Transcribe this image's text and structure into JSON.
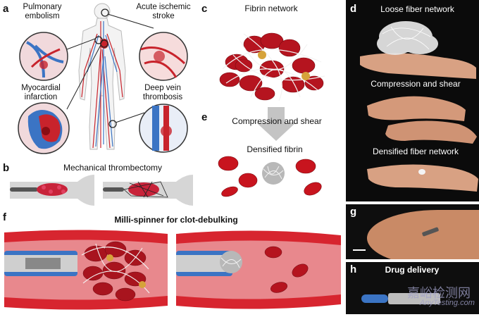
{
  "panels": {
    "a": {
      "label": "a",
      "pulmonary": "Pulmonary embolism",
      "stroke": "Acute ischemic stroke",
      "myocardial": "Myocardial infarction",
      "dvt": "Deep vein thrombosis"
    },
    "b": {
      "label": "b",
      "title": "Mechanical thrombectomy"
    },
    "c": {
      "label": "c",
      "title": "Fibrin network"
    },
    "d": {
      "label": "d",
      "loose": "Loose fiber network",
      "compression": "Compression and shear",
      "densified": "Densified fiber network"
    },
    "e": {
      "label": "e",
      "arrow_text": "Compression and shear",
      "result": "Densified fibrin"
    },
    "f": {
      "label": "f",
      "title": "Milli-spinner for clot-debulking"
    },
    "g": {
      "label": "g"
    },
    "h": {
      "label": "h",
      "title": "Drug delivery"
    }
  },
  "watermark": {
    "cn": "嘉峪检测网",
    "en": "AnyTesting.com"
  },
  "colors": {
    "artery": "#c8232c",
    "vein": "#3b74c4",
    "clot": "#a8141e",
    "vessel": "#d7252f",
    "panel_dark": "#0b0b0b",
    "arrow_gray": "#c4c4c4"
  }
}
